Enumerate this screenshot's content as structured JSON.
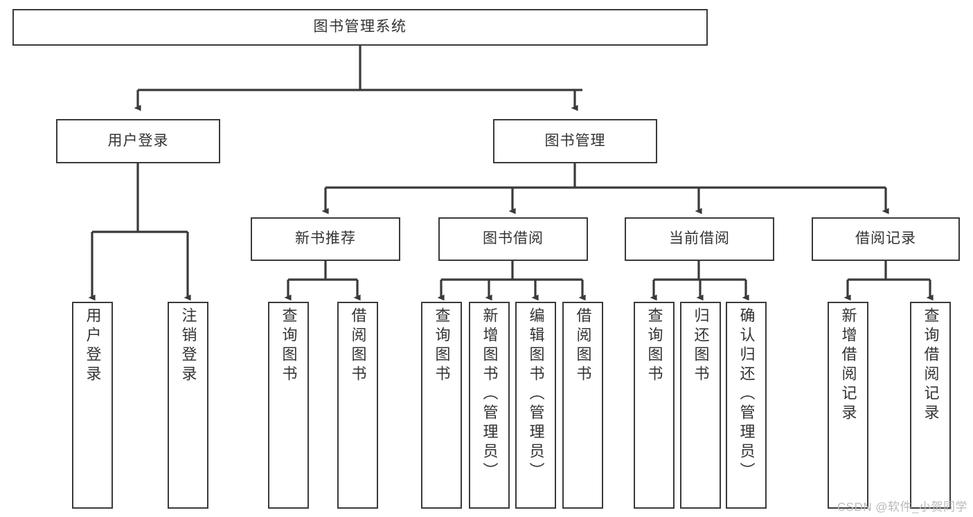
{
  "diagram": {
    "type": "tree-flowchart",
    "title": "图书管理系统",
    "stroke_color": "#3a3a3a",
    "text_color": "#333333",
    "background_color": "#ffffff",
    "watermark": "CSDN @软件_小贺同学",
    "nodes": {
      "root": {
        "label": "图书管理系统"
      },
      "level1": [
        {
          "id": "user-login",
          "label": "用户登录"
        },
        {
          "id": "book-manage",
          "label": "图书管理"
        }
      ],
      "level2": [
        {
          "id": "new-book-recommend",
          "label": "新书推荐"
        },
        {
          "id": "book-borrow",
          "label": "图书借阅"
        },
        {
          "id": "current-borrow",
          "label": "当前借阅"
        },
        {
          "id": "borrow-record",
          "label": "借阅记录"
        }
      ],
      "leaves": {
        "user-login": [
          {
            "id": "leaf-user-login",
            "label": "用户登录"
          },
          {
            "id": "leaf-user-logout",
            "label": "注销登录"
          }
        ],
        "new-book-recommend": [
          {
            "id": "leaf-query-book-1",
            "label": "查询图书"
          },
          {
            "id": "leaf-borrow-book-1",
            "label": "借阅图书"
          }
        ],
        "book-borrow": [
          {
            "id": "leaf-query-book-2",
            "label": "查询图书"
          },
          {
            "id": "leaf-add-book",
            "label": "新增图书（管理员）"
          },
          {
            "id": "leaf-edit-book",
            "label": "编辑图书（管理员）"
          },
          {
            "id": "leaf-borrow-book-2",
            "label": "借阅图书"
          }
        ],
        "current-borrow": [
          {
            "id": "leaf-query-book-3",
            "label": "查询图书"
          },
          {
            "id": "leaf-return-book",
            "label": "归还图书"
          },
          {
            "id": "leaf-confirm-return",
            "label": "确认归还（管理员）"
          }
        ],
        "borrow-record": [
          {
            "id": "leaf-add-record",
            "label": "新增借阅记录"
          },
          {
            "id": "leaf-query-record",
            "label": "查询借阅记录"
          }
        ]
      }
    }
  }
}
